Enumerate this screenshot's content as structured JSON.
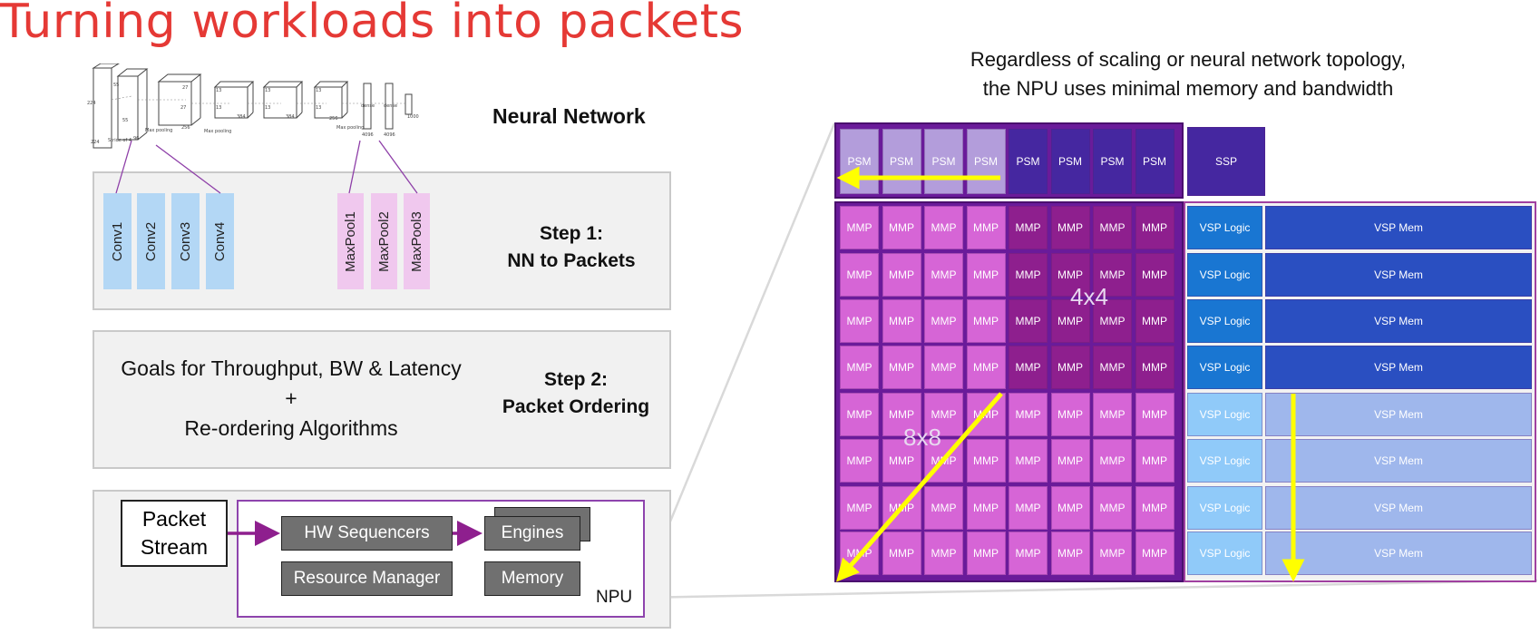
{
  "title": "Turning workloads into packets",
  "neural_network_label": "Neural Network",
  "step1": {
    "line1": "Step 1:",
    "line2": "NN to Packets",
    "conv": [
      "Conv1",
      "Conv2",
      "Conv3",
      "Conv4"
    ],
    "pool": [
      "MaxPool1",
      "MaxPool2",
      "MaxPool3"
    ]
  },
  "step2": {
    "line1": "Step 2:",
    "line2": "Packet Ordering",
    "goals1": "Goals for Throughput, BW & Latency",
    "plus": "+",
    "goals2": "Re-ordering Algorithms"
  },
  "step3": {
    "packet_stream_1": "Packet",
    "packet_stream_2": "Stream",
    "hw_sequencers": "HW Sequencers",
    "engines": "Engines",
    "resource_manager": "Resource Manager",
    "memory": "Memory",
    "npu": "NPU"
  },
  "caption": {
    "line1": "Regardless of scaling or neural network topology,",
    "line2": "the NPU uses minimal memory and bandwidth"
  },
  "npu_grid": {
    "psm_label": "PSM",
    "ssp_label": "SSP",
    "mmp_label": "MMP",
    "vsp_logic_label": "VSP Logic",
    "vsp_mem_label": "VSP Mem",
    "label_4x4": "4x4",
    "label_8x8": "8x8",
    "colors": {
      "psm_light": "#b39ddb",
      "psm_dark": "#4527a0",
      "mmp_light": "#d665d6",
      "mmp_dark": "#8e1f8e",
      "vsp_logic_dark": "#1976d2",
      "vsp_mem_dark": "#2a4fc1",
      "vsp_logic_light": "#90caf9",
      "vsp_mem_light": "#9fb7ec",
      "arrow": "#ffff00"
    }
  },
  "diagram_thumbnail": {
    "labels": [
      "224",
      "224",
      "Stride of 4",
      "55",
      "55",
      "96",
      "Max pooling",
      "27",
      "27",
      "256",
      "Max pooling",
      "13",
      "13",
      "384",
      "13",
      "13",
      "384",
      "13",
      "13",
      "256",
      "Max pooling",
      "dense",
      "dense",
      "4096",
      "4096",
      "1000"
    ]
  }
}
